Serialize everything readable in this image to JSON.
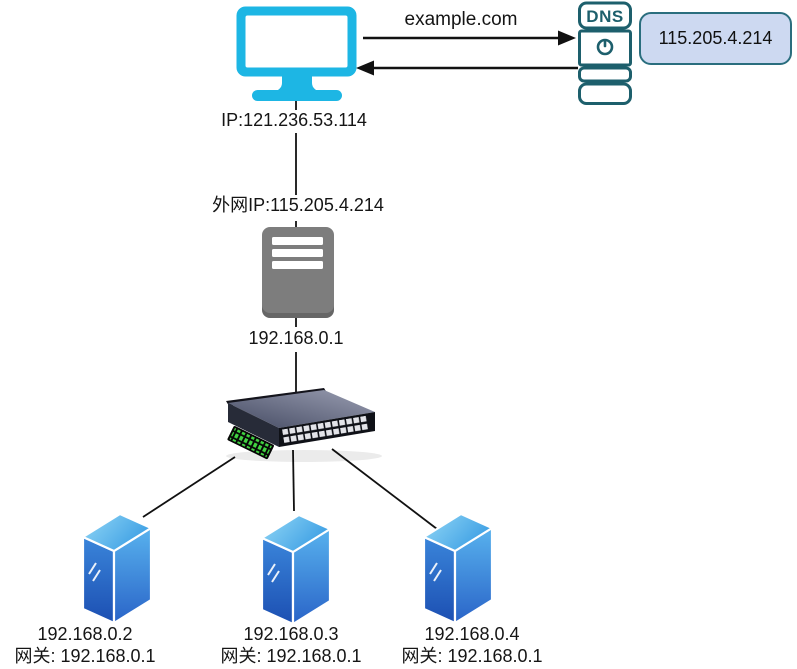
{
  "diagram": {
    "client": {
      "ip_label": "IP:121.236.53.114"
    },
    "dns": {
      "title": "DNS",
      "query_label": "example.com",
      "response_ip": "115.205.4.214"
    },
    "router": {
      "wan_label": "外网IP:115.205.4.214",
      "lan_label": "192.168.0.1"
    },
    "servers": [
      {
        "ip": "192.168.0.2",
        "gateway": "网关: 192.168.0.1"
      },
      {
        "ip": "192.168.0.3",
        "gateway": "网关: 192.168.0.1"
      },
      {
        "ip": "192.168.0.4",
        "gateway": "网关: 192.168.0.1"
      }
    ],
    "colors": {
      "monitor_cyan": "#1db6e4",
      "dns_teal": "#1d5f6c",
      "dns_box_fill": "#cdd9f1",
      "dns_box_border": "#2a6e7e",
      "router_gray": "#7d7d7d",
      "switch_led_green": "#41d241",
      "server_blue_light": "#58b2ee",
      "server_blue_dark": "#2a64c8",
      "line_black": "#111111"
    }
  }
}
